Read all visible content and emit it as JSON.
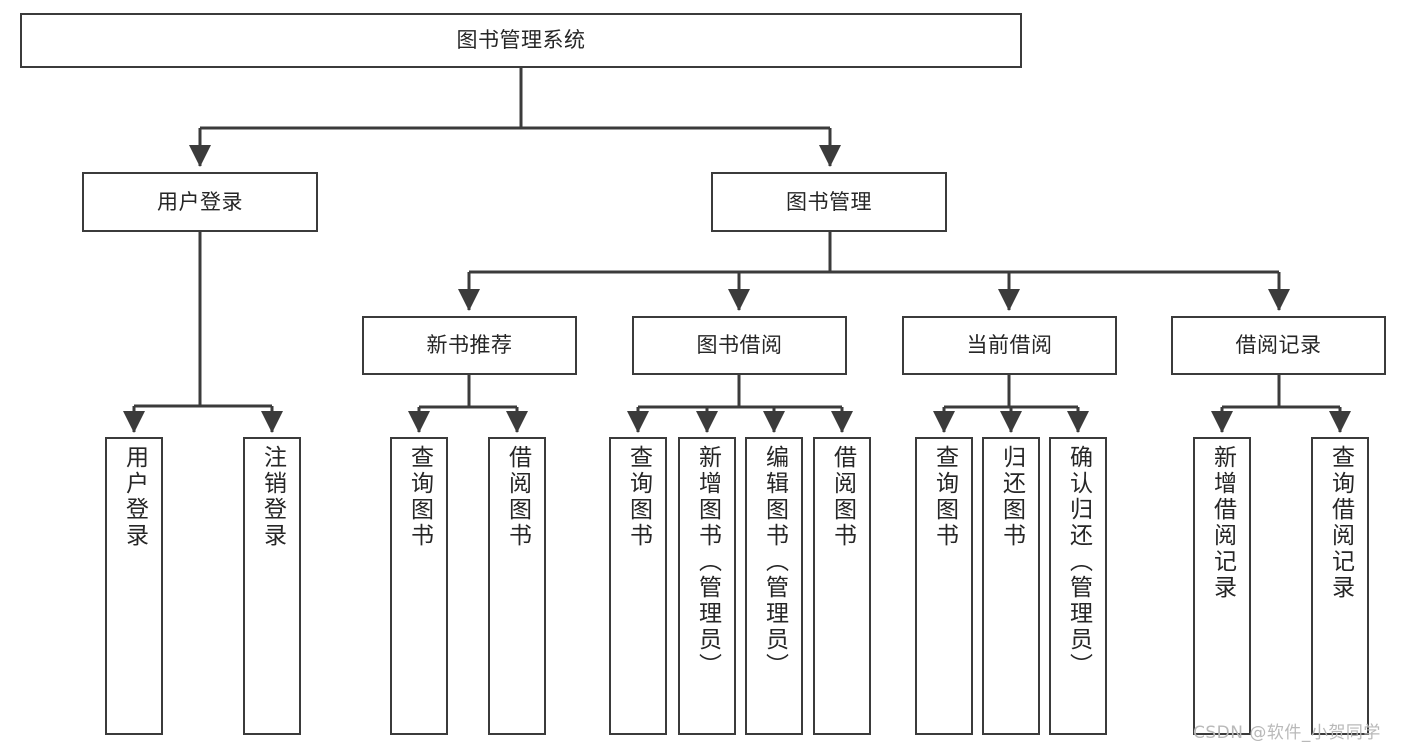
{
  "diagram": {
    "title": "图书管理系统",
    "type": "tree-hierarchy-chart",
    "orientation": "top-down",
    "colors": {
      "box_stroke": "#3b3b3b",
      "box_fill": "#ffffff",
      "edge_stroke": "#3b3b3b",
      "text": "#262626",
      "watermark": "#b9b9b9"
    },
    "nodes": {
      "root": {
        "label": "图书管理系统",
        "level": 0,
        "text_direction": "horizontal"
      },
      "level1": [
        {
          "id": "user-login",
          "label": "用户登录",
          "text_direction": "horizontal"
        },
        {
          "id": "book-management",
          "label": "图书管理",
          "text_direction": "horizontal"
        }
      ],
      "level2": [
        {
          "id": "new-book-recommend",
          "label": "新书推荐",
          "parent": "book-management",
          "text_direction": "horizontal"
        },
        {
          "id": "book-borrow",
          "label": "图书借阅",
          "parent": "book-management",
          "text_direction": "horizontal"
        },
        {
          "id": "current-borrow",
          "label": "当前借阅",
          "parent": "book-management",
          "text_direction": "horizontal"
        },
        {
          "id": "borrow-record",
          "label": "借阅记录",
          "parent": "book-management",
          "text_direction": "horizontal"
        }
      ],
      "leaves": [
        {
          "id": "leaf-user-login",
          "label": "用户登录",
          "parent": "user-login",
          "text_direction": "vertical"
        },
        {
          "id": "leaf-user-logout",
          "label": "注销登录",
          "parent": "user-login",
          "text_direction": "vertical"
        },
        {
          "id": "leaf-query-book-1",
          "label": "查询图书",
          "parent": "new-book-recommend",
          "text_direction": "vertical"
        },
        {
          "id": "leaf-borrow-book-1",
          "label": "借阅图书",
          "parent": "new-book-recommend",
          "text_direction": "vertical"
        },
        {
          "id": "leaf-query-book-2",
          "label": "查询图书",
          "parent": "book-borrow",
          "text_direction": "vertical"
        },
        {
          "id": "leaf-add-book",
          "label": "新增图书（管理员）",
          "parent": "book-borrow",
          "text_direction": "vertical"
        },
        {
          "id": "leaf-edit-book",
          "label": "编辑图书（管理员）",
          "parent": "book-borrow",
          "text_direction": "vertical"
        },
        {
          "id": "leaf-borrow-book-2",
          "label": "借阅图书",
          "parent": "book-borrow",
          "text_direction": "vertical"
        },
        {
          "id": "leaf-query-book-3",
          "label": "查询图书",
          "parent": "current-borrow",
          "text_direction": "vertical"
        },
        {
          "id": "leaf-return-book",
          "label": "归还图书",
          "parent": "current-borrow",
          "text_direction": "vertical"
        },
        {
          "id": "leaf-confirm-return",
          "label": "确认归还（管理员）",
          "parent": "current-borrow",
          "text_direction": "vertical"
        },
        {
          "id": "leaf-add-record",
          "label": "新增借阅记录",
          "parent": "borrow-record",
          "text_direction": "vertical"
        },
        {
          "id": "leaf-query-record",
          "label": "查询借阅记录",
          "parent": "borrow-record",
          "text_direction": "vertical"
        }
      ]
    }
  },
  "watermark": {
    "text": "CSDN @软件_小贺同学"
  }
}
